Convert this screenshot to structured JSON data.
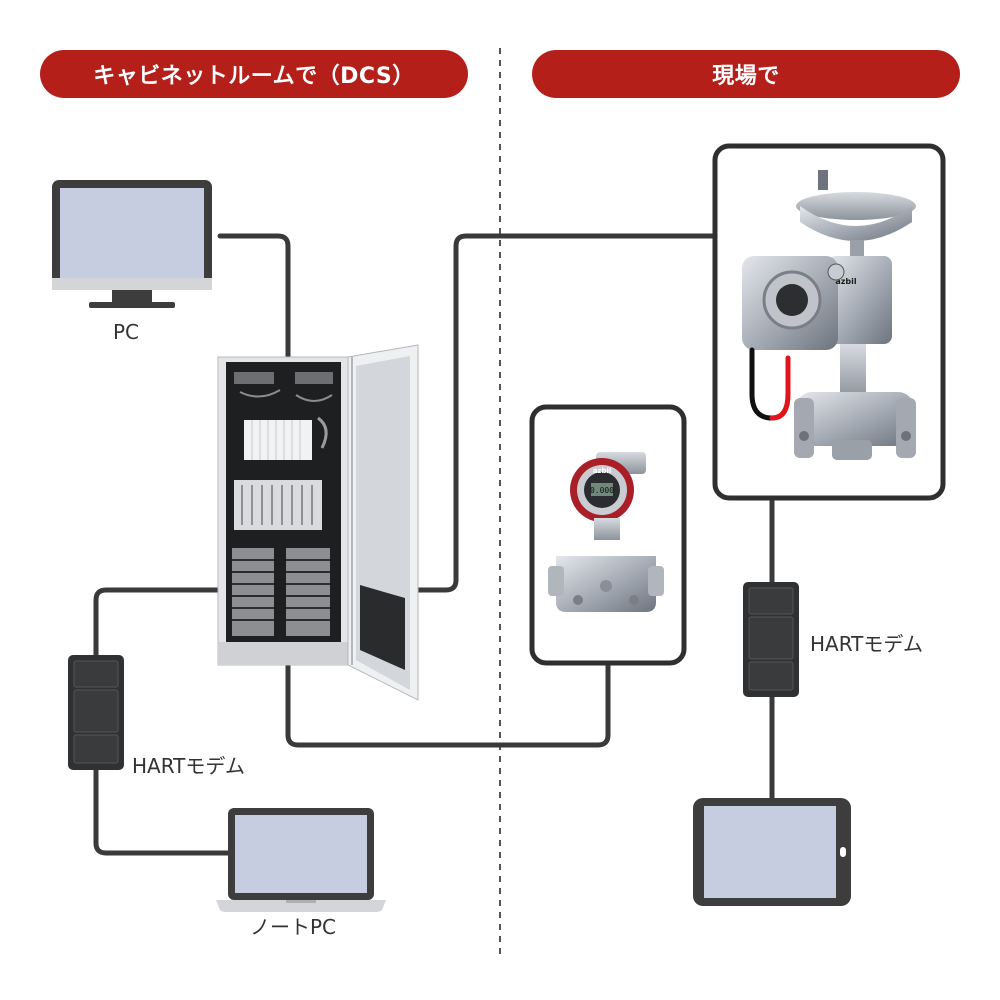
{
  "headers": {
    "cabinet_room": "キャビネットルームで（DCS）",
    "field": "現場で"
  },
  "labels": {
    "pc": "PC",
    "hart_modem_left": "HARTモデム",
    "hart_modem_right": "HARTモデム",
    "notebook_pc": "ノートPC"
  },
  "device_text": {
    "valve_brand": "azbil",
    "transmitter_brand": "azbil",
    "transmitter_display": "0.000"
  },
  "colors": {
    "header_bg": "#b41f1a",
    "cable": "#3a3a3a",
    "screen": "#c7cde1",
    "red_wire": "#e0141b"
  }
}
